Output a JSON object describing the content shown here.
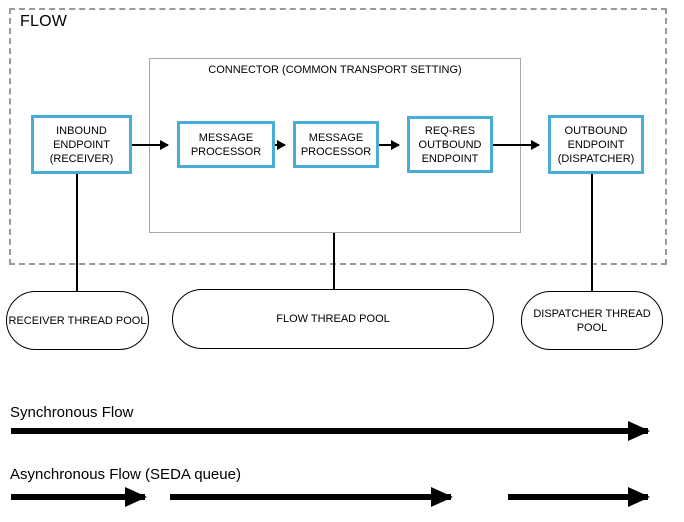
{
  "diagram": {
    "flow_title": "FLOW",
    "connector": {
      "line1": "CONNECTOR",
      "line2": "(COMMON TRANSPORT SETTING)"
    },
    "nodes": [
      {
        "id": "inbound",
        "line1": "INBOUND",
        "line2": "ENDPOINT",
        "line3": "(RECEIVER)"
      },
      {
        "id": "proc1",
        "line1": "MESSAGE",
        "line2": "PROCESSOR",
        "line3": ""
      },
      {
        "id": "proc2",
        "line1": "MESSAGE",
        "line2": "PROCESSOR",
        "line3": ""
      },
      {
        "id": "reqres",
        "line1": "REQ-RES",
        "line2": "OUTBOUND",
        "line3": "ENDPOINT"
      },
      {
        "id": "outbound",
        "line1": "OUTBOUND",
        "line2": "ENDPOINT",
        "line3": "(DISPATCHER)"
      }
    ],
    "thread_pools": [
      {
        "id": "receiver",
        "line1": "RECEIVER",
        "line2": "THREAD POOL"
      },
      {
        "id": "flow",
        "line1": "FLOW",
        "line2": "THREAD POOL"
      },
      {
        "id": "dispatcher",
        "line1": "DISPATCHER",
        "line2": "THREAD POOL"
      }
    ],
    "legend": {
      "synchronous": "Synchronous Flow",
      "asynchronous": "Asynchronous Flow (SEDA queue)"
    },
    "colors": {
      "node_border": "#4aadd6",
      "connector_border": "#a8a8a8",
      "flow_border": "#999999",
      "line": "#000000",
      "background": "#ffffff"
    }
  }
}
